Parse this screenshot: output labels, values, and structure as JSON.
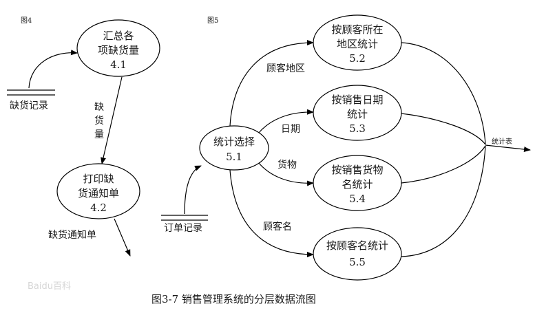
{
  "fig4": {
    "label": "图4",
    "store": "缺货记录",
    "process1": [
      "汇总各",
      "项缺货量",
      "4.1"
    ],
    "flow_label": [
      "缺",
      "货",
      "量"
    ],
    "process2": [
      "打印缺",
      "货通知单",
      "4.2"
    ],
    "output": "缺货通知单"
  },
  "fig5": {
    "label": "图5",
    "store": "订单记录",
    "center": [
      "统计选择",
      "5.1"
    ],
    "p52": [
      "按顾客所在",
      "地区统计",
      "5.2"
    ],
    "p53": [
      "按销售日期",
      "统计",
      "5.3"
    ],
    "p54": [
      "按销售货物",
      "名统计",
      "5.4"
    ],
    "p55": [
      "按顾客名统计",
      "5.5"
    ],
    "flow_region": "顾客地区",
    "flow_date": "日期",
    "flow_goods": "货物",
    "flow_name": "顾客名",
    "output": "统计表"
  },
  "caption": "图3-7 销售管理系统的分层数据流图",
  "watermark": "Baidu百科"
}
